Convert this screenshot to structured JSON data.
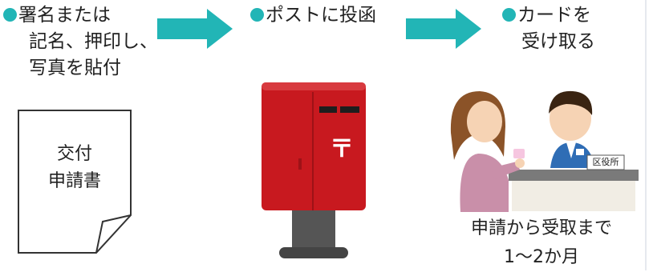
{
  "colors": {
    "accent_teal": "#22b5b6",
    "postbox_red": "#c8191f",
    "counter_gray": "#7a7a7a"
  },
  "steps": [
    {
      "lines": [
        "署名または",
        "記名、押印し、",
        "写真を貼付"
      ]
    },
    {
      "lines": [
        "ポストに投函"
      ]
    },
    {
      "lines": [
        "カードを",
        "受け取る"
      ]
    }
  ],
  "document": {
    "lines": [
      "交付",
      "申請書"
    ]
  },
  "postbox": {
    "mark": "〒"
  },
  "counter": {
    "sign": "区役所"
  },
  "duration": {
    "lines": [
      "申請から受取まで",
      "1〜2か月"
    ]
  },
  "icons": [
    "arrow-right-icon",
    "application-form-icon",
    "postbox-icon",
    "counter-scene-icon"
  ]
}
